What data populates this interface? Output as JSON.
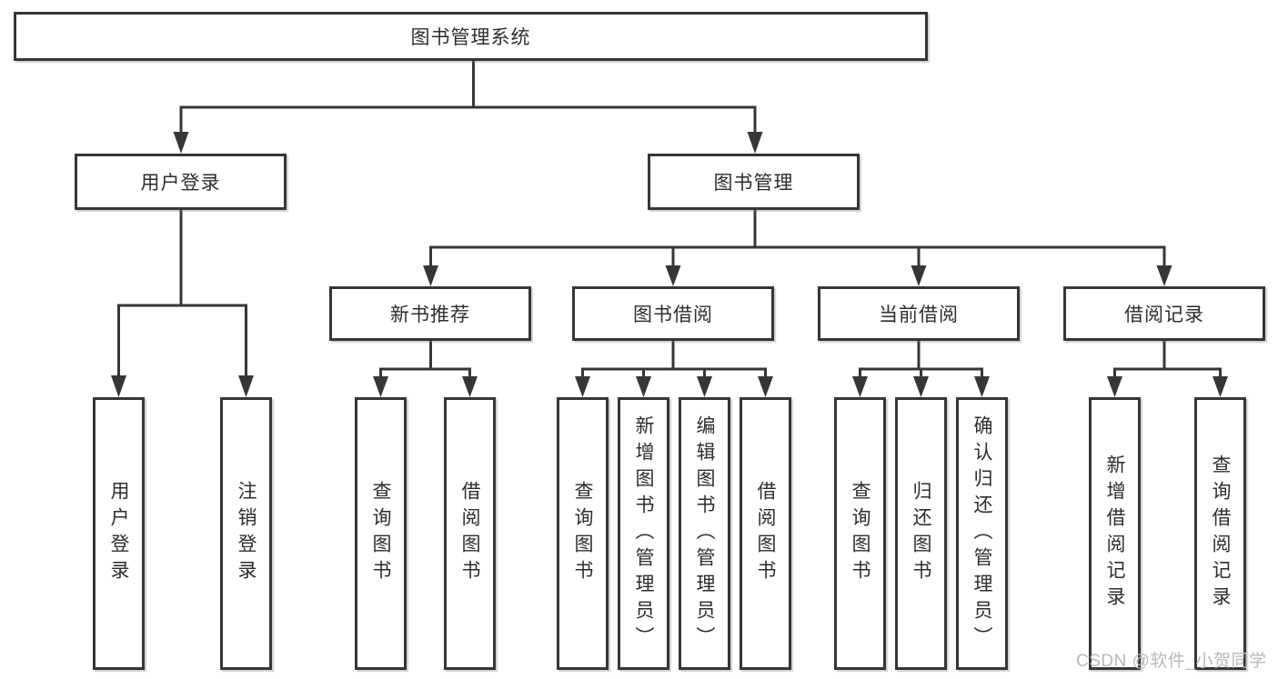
{
  "colors": {
    "line": "#363636",
    "box_border": "#363636",
    "text": "#2d2d2d",
    "background": "#ffffff",
    "watermark": "#b9b9b9"
  },
  "watermark": {
    "text": "CSDN @软件_小贺同学"
  },
  "tree": {
    "root": {
      "label": "图书管理系统"
    },
    "level2": [
      {
        "id": "user-login",
        "label": "用户登录"
      },
      {
        "id": "book-management",
        "label": "图书管理"
      }
    ],
    "level3": [
      {
        "id": "new-book-recommend",
        "label": "新书推荐",
        "parent": "图书管理"
      },
      {
        "id": "book-borrow",
        "label": "图书借阅",
        "parent": "图书管理"
      },
      {
        "id": "current-borrow",
        "label": "当前借阅",
        "parent": "图书管理"
      },
      {
        "id": "borrow-records",
        "label": "借阅记录",
        "parent": "图书管理"
      }
    ],
    "leaves": [
      {
        "label": "用户登录",
        "parent": "用户登录"
      },
      {
        "label": "注销登录",
        "parent": "用户登录"
      },
      {
        "label": "查询图书",
        "parent": "新书推荐"
      },
      {
        "label": "借阅图书",
        "parent": "新书推荐"
      },
      {
        "label": "查询图书",
        "parent": "图书借阅"
      },
      {
        "label": "新增图书（管理员）",
        "parent": "图书借阅"
      },
      {
        "label": "编辑图书（管理员）",
        "parent": "图书借阅"
      },
      {
        "label": "借阅图书",
        "parent": "图书借阅"
      },
      {
        "label": "查询图书",
        "parent": "当前借阅"
      },
      {
        "label": "归还图书",
        "parent": "当前借阅"
      },
      {
        "label": "确认归还（管理员）",
        "parent": "当前借阅"
      },
      {
        "label": "新增借阅记录",
        "parent": "借阅记录"
      },
      {
        "label": "查询借阅记录",
        "parent": "借阅记录"
      }
    ]
  }
}
